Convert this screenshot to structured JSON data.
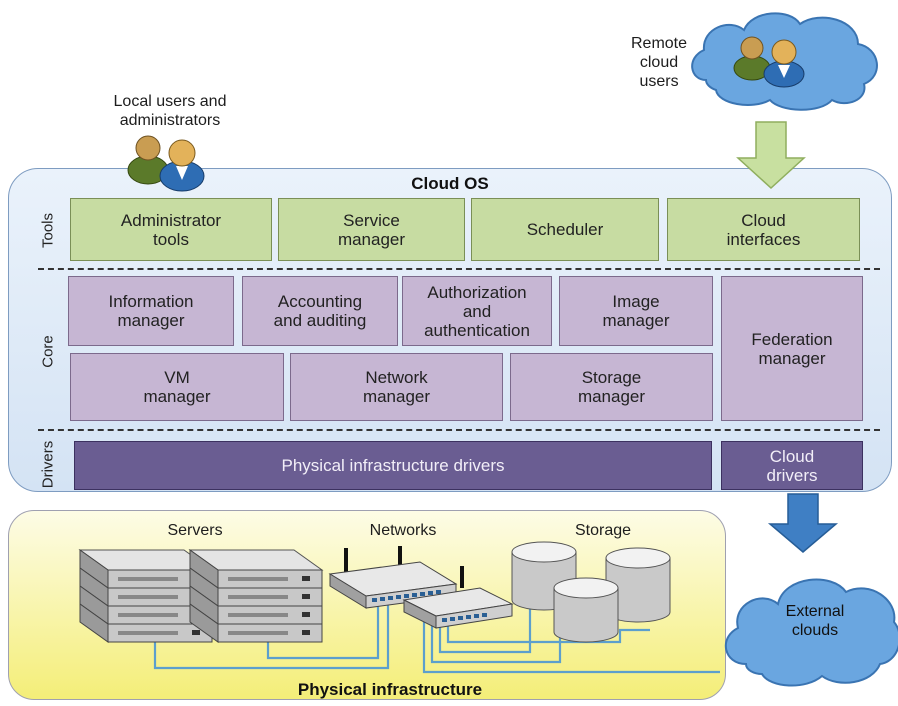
{
  "local_users_label": "Local users and\nadministrators",
  "remote_users_label": "Remote\ncloud\nusers",
  "cloud_os_title": "Cloud OS",
  "layers": {
    "tools": "Tools",
    "core": "Core",
    "drivers": "Drivers"
  },
  "tools": {
    "administrator_tools": "Administrator\ntools",
    "service_manager": "Service\nmanager",
    "scheduler": "Scheduler",
    "cloud_interfaces": "Cloud\ninterfaces"
  },
  "core": {
    "information_manager": "Information\nmanager",
    "accounting_auditing": "Accounting\nand auditing",
    "authorization_authentication": "Authorization\nand\nauthentication",
    "image_manager": "Image\nmanager",
    "federation_manager": "Federation\nmanager",
    "vm_manager": "VM\nmanager",
    "network_manager": "Network\nmanager",
    "storage_manager": "Storage\nmanager"
  },
  "drivers": {
    "physical_infrastructure_drivers": "Physical infrastructure drivers",
    "cloud_drivers": "Cloud\ndrivers"
  },
  "physical": {
    "servers": "Servers",
    "networks": "Networks",
    "storage": "Storage",
    "title": "Physical infrastructure"
  },
  "external_clouds_label": "External\nclouds",
  "colors": {
    "tools_fill": "#c7dca2",
    "core_fill": "#c6b6d3",
    "drivers_fill": "#6a5d92",
    "cloud_os_bg": "#dfeaf7",
    "physical_bg": "#f6f08a",
    "arrow_green": "#c8e0a0",
    "arrow_blue": "#3f7fc4"
  }
}
